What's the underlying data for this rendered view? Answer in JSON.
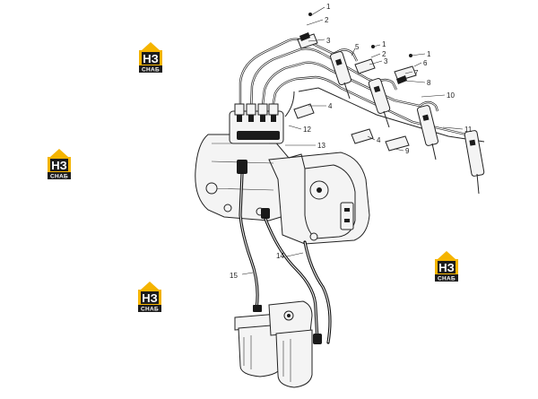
{
  "logo": {
    "mark": "НЗ",
    "caption": "СНАБ"
  },
  "callouts": {
    "c1a": "1",
    "c2": "2",
    "c3a": "3",
    "c5": "5",
    "c1b": "1",
    "c2b": "2",
    "c3b": "3",
    "c1c": "1",
    "c6": "6",
    "c7": "7",
    "c8": "8",
    "c4a": "4",
    "c10": "10",
    "c12": "12",
    "c11": "11",
    "c4b": "4",
    "c13": "13",
    "c9": "9",
    "c14": "14",
    "c15": "15"
  }
}
